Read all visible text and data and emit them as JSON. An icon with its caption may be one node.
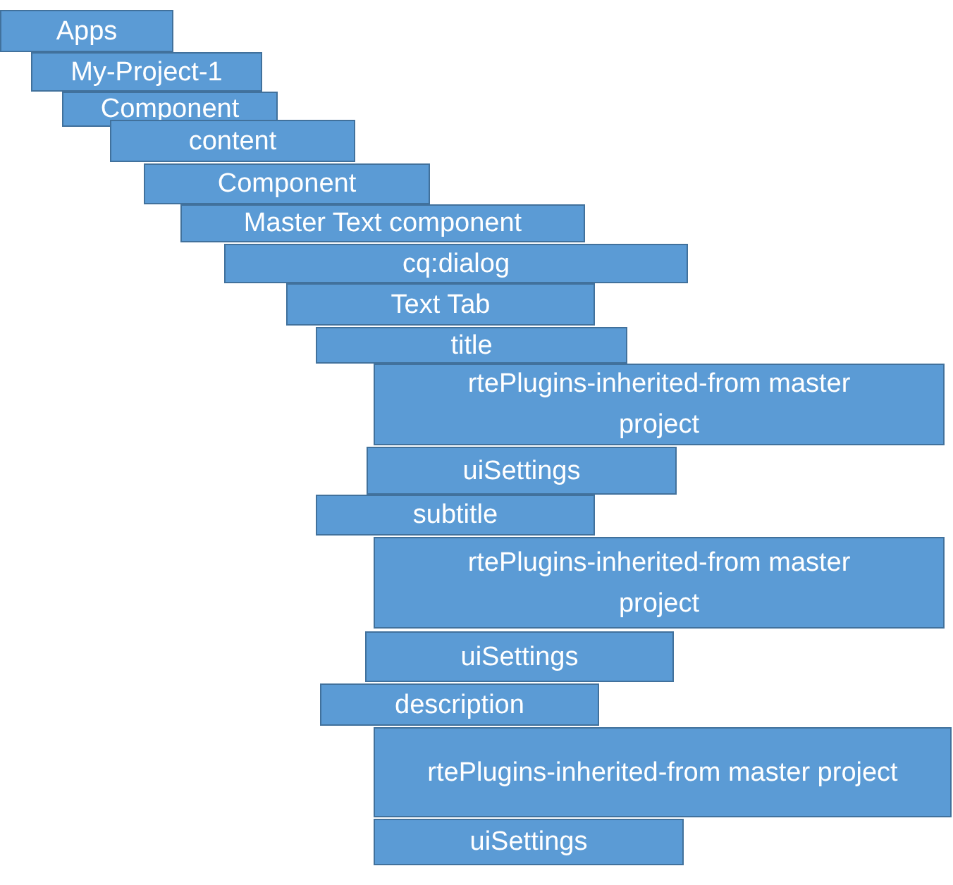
{
  "diagram": {
    "nodes": [
      {
        "text": [
          "Apps"
        ]
      },
      {
        "text": [
          "My-Project-1"
        ]
      },
      {
        "text": [
          "Component"
        ]
      },
      {
        "text": [
          "content"
        ]
      },
      {
        "text": [
          "Component"
        ]
      },
      {
        "text": [
          "Master Text component"
        ]
      },
      {
        "text": [
          "cq:dialog"
        ]
      },
      {
        "text": [
          "Text Tab"
        ]
      },
      {
        "text": [
          "title"
        ]
      },
      {
        "text": [
          "rtePlugins-inherited-from master project"
        ]
      },
      {
        "text": [
          "uiSettings"
        ]
      },
      {
        "text": [
          "subtitle"
        ]
      },
      {
        "text": [
          "rtePlugins-inherited-from master project"
        ]
      },
      {
        "text": [
          "uiSettings"
        ]
      },
      {
        "text": [
          "description"
        ]
      },
      {
        "text": [
          "rtePlugins-inherited-from master project"
        ]
      },
      {
        "text": [
          "uiSettings"
        ]
      }
    ]
  }
}
